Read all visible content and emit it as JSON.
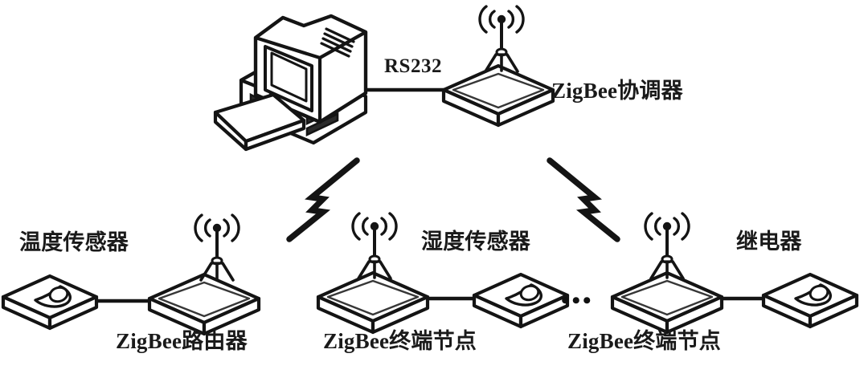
{
  "diagram": {
    "title": "ZigBee wireless sensor network topology",
    "stroke_color": "#141414",
    "fill_color": "#ffffff",
    "background": "#ffffff"
  },
  "labels": {
    "serial_link": "RS232",
    "coordinator": "ZigBee协调器",
    "temperature_sensor": "温度传感器",
    "humidity_sensor": "湿度传感器",
    "relay": "继电器",
    "router": "ZigBee路由器",
    "end_node_1": "ZigBee终端节点",
    "end_node_2": "ZigBee终端节点",
    "ellipsis": "•••"
  },
  "nodes": [
    {
      "id": "pc",
      "icon": "desktop-computer-icon",
      "label": ""
    },
    {
      "id": "coordinator",
      "icon": "zigbee-device-icon",
      "label": "ZigBee协调器"
    },
    {
      "id": "temp-sensor",
      "icon": "sensor-box-icon",
      "label": "温度传感器"
    },
    {
      "id": "router",
      "icon": "zigbee-device-icon",
      "label": "ZigBee路由器"
    },
    {
      "id": "end-node-1",
      "icon": "zigbee-device-icon",
      "label": "ZigBee终端节点"
    },
    {
      "id": "humidity-sensor",
      "icon": "sensor-box-icon",
      "label": "湿度传感器"
    },
    {
      "id": "end-node-2",
      "icon": "zigbee-device-icon",
      "label": "ZigBee终端节点"
    },
    {
      "id": "relay-device",
      "icon": "sensor-box-icon",
      "label": "继电器"
    }
  ],
  "links": [
    {
      "from": "pc",
      "to": "coordinator",
      "type": "wired",
      "label": "RS232"
    },
    {
      "from": "coordinator",
      "to": "router",
      "type": "wireless",
      "label": ""
    },
    {
      "from": "coordinator",
      "to": "end-node-2",
      "type": "wireless",
      "label": ""
    },
    {
      "from": "temp-sensor",
      "to": "router",
      "type": "wired",
      "label": ""
    },
    {
      "from": "end-node-1",
      "to": "humidity-sensor",
      "type": "wired",
      "label": ""
    },
    {
      "from": "end-node-2",
      "to": "relay-device",
      "type": "wired",
      "label": ""
    }
  ]
}
